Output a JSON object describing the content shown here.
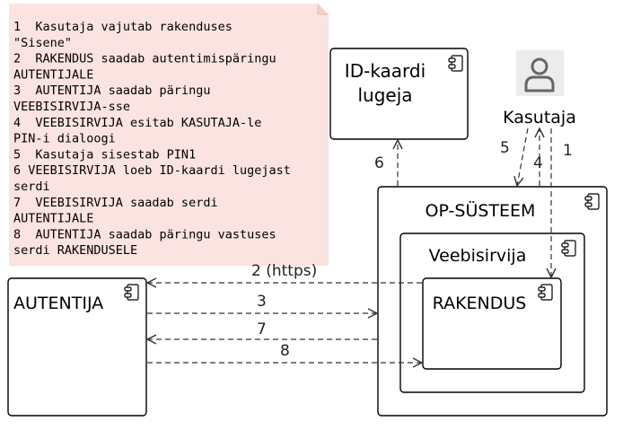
{
  "note": {
    "lines": [
      "1  Kasutaja vajutab rakenduses",
      "\"Sisene\"",
      "2  RAKENDUS saadab autentimispäringu",
      "AUTENTIJALE",
      "3  AUTENTIJA saadab päringu",
      "VEEBISIRVIJA-sse",
      "4  VEEBISIRVIJA esitab KASUTAJA-le",
      "PIN-i dialoogi",
      "5  Kasutaja sisestab PIN1",
      "6 VEEBISIRVIJA loeb ID-kaardi lugejast",
      "serdi",
      "7  VEEBISIRVIJA saadab serdi",
      "AUTENTIJALE",
      "8  AUTENTIJA saadab päringu vastuses",
      "serdi RAKENDUSELE"
    ]
  },
  "components": {
    "id_reader": {
      "line1": "ID-kaardi",
      "line2": "lugeja"
    },
    "op_system": {
      "title": "OP-SÜSTEEM"
    },
    "browser": {
      "title": "Veebisirvija"
    },
    "application": {
      "title": "RAKENDUS"
    },
    "authenticator": {
      "title": "AUTENTIJA"
    }
  },
  "actor": {
    "label": "Kasutaja"
  },
  "edges": {
    "e1": "1",
    "e2": "2 (https)",
    "e3": "3",
    "e4": "4",
    "e5": "5",
    "e6": "6",
    "e7": "7",
    "e8": "8"
  },
  "colors": {
    "note_fill": "#fbe3e1",
    "actor_bg": "#ececec",
    "actor_icon": "#666666",
    "line": "#333333"
  }
}
